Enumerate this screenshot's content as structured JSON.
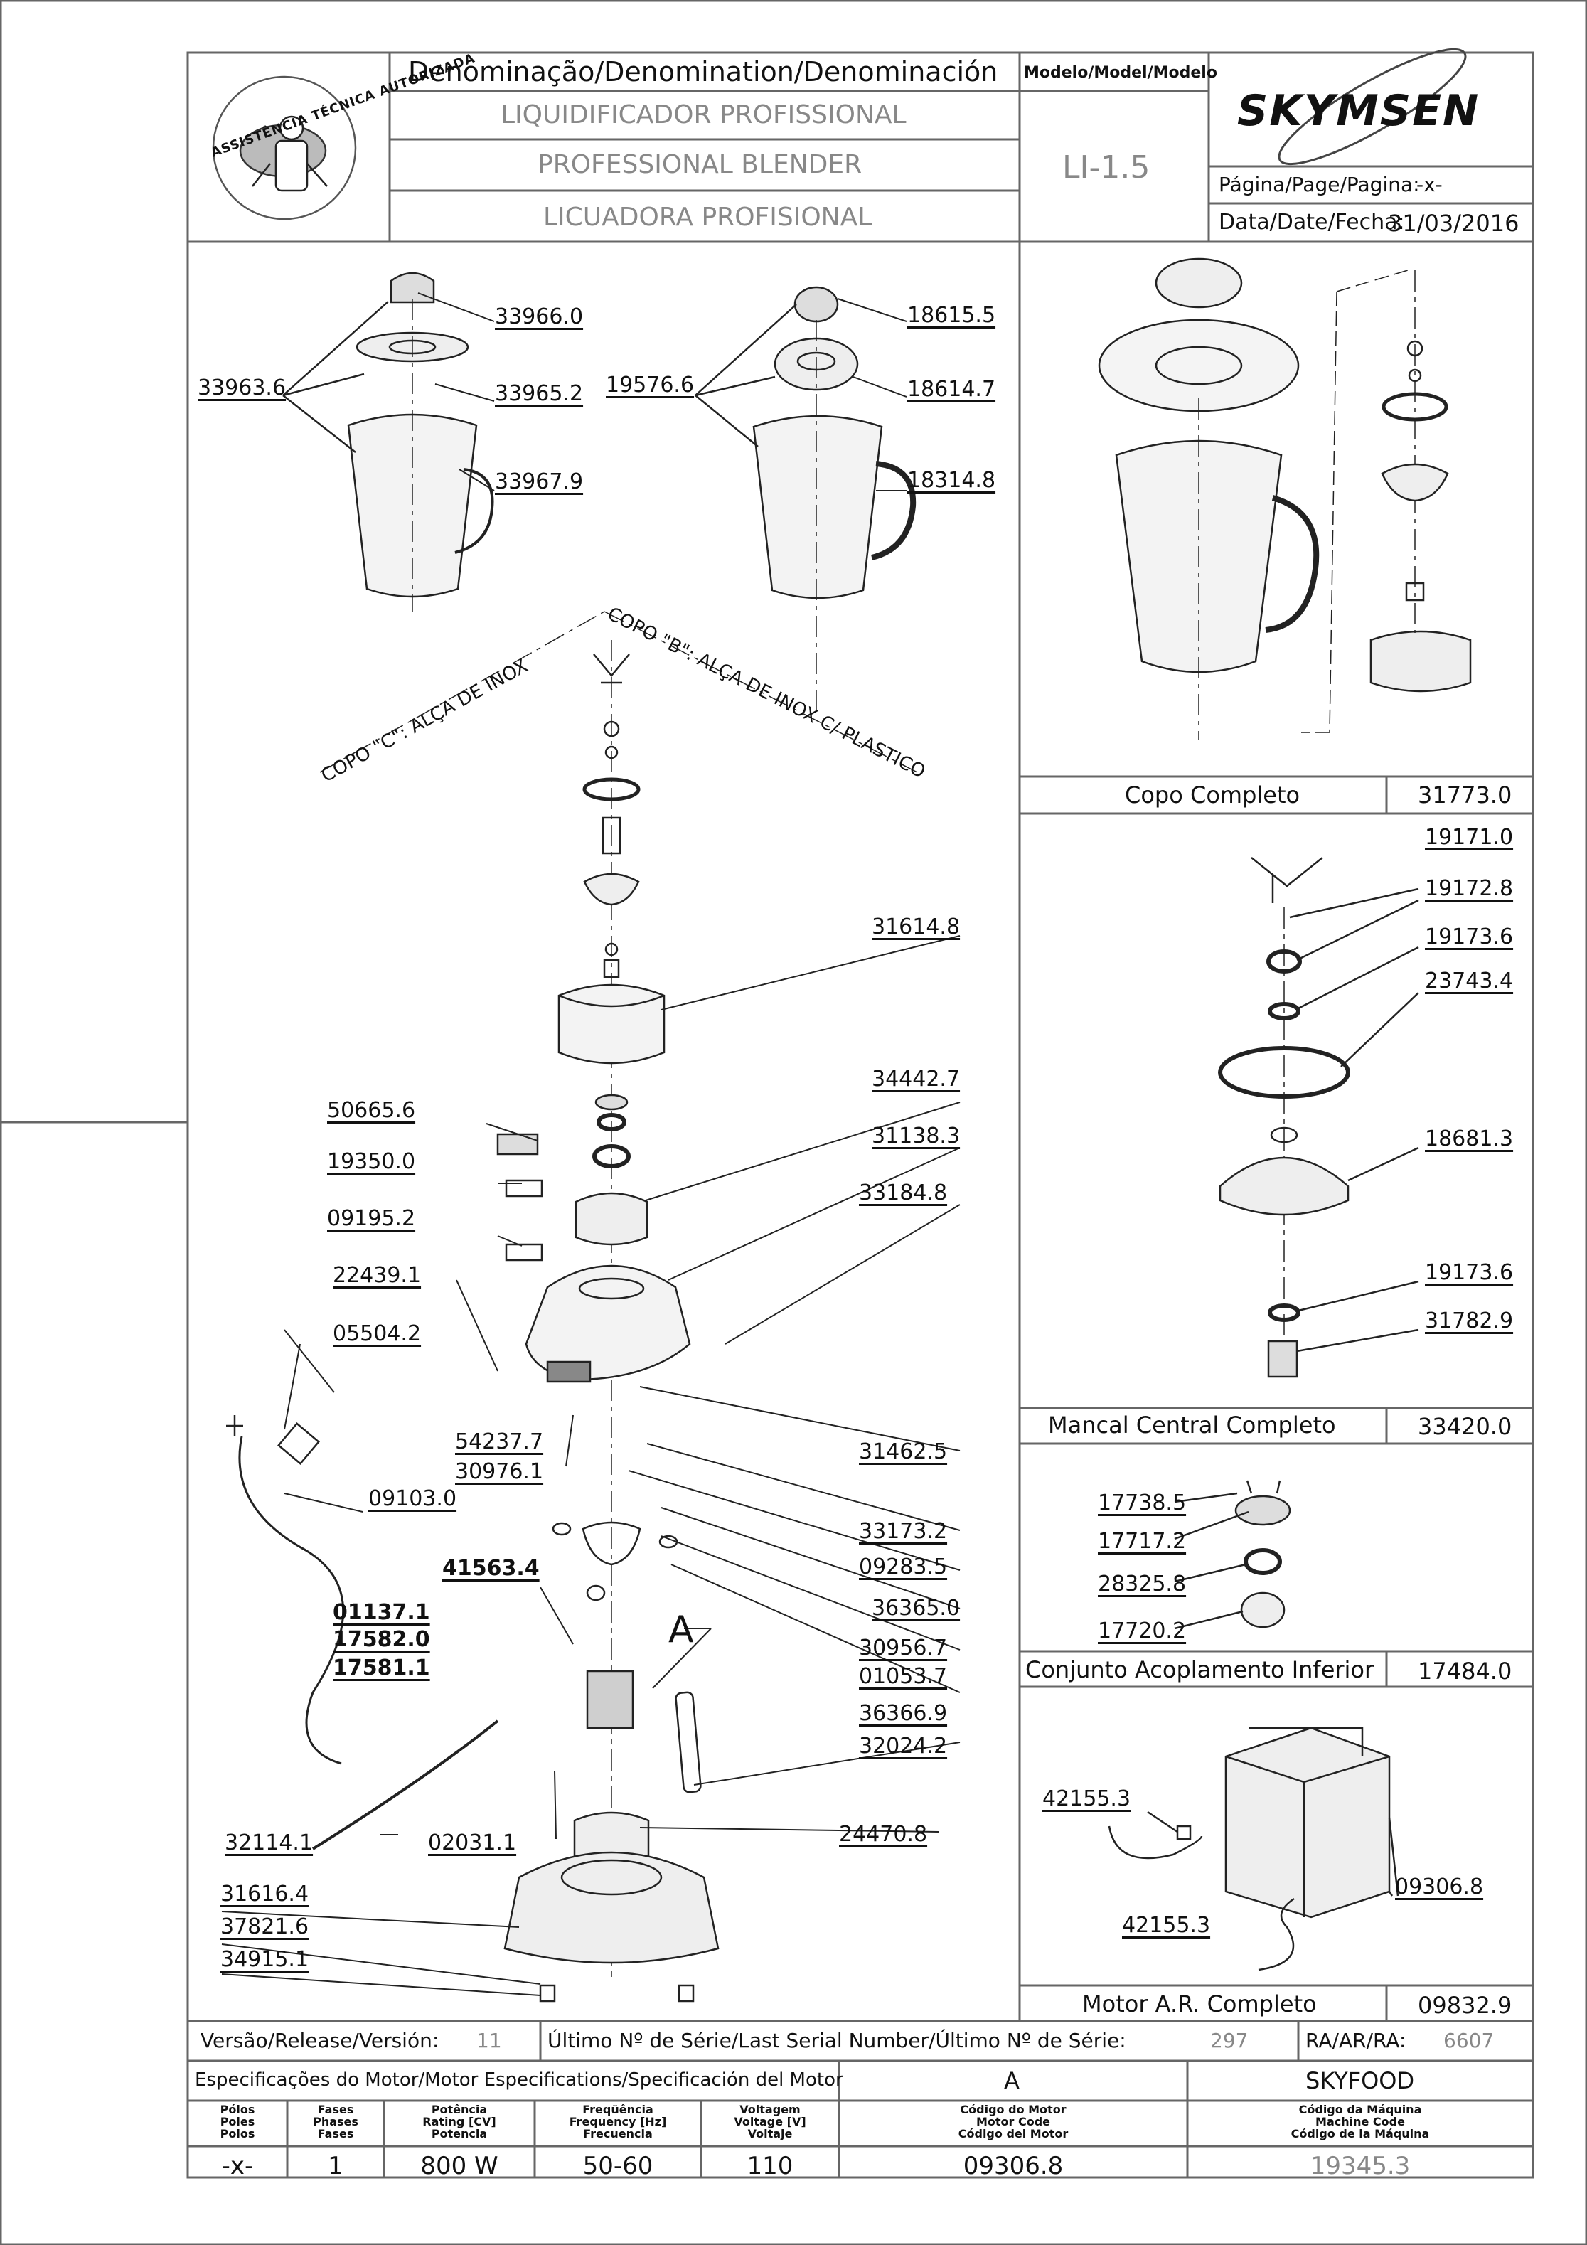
{
  "header": {
    "denomination_title": "Denominação/Denomination/Denominación",
    "name_pt": "LIQUIDIFICADOR PROFISSIONAL",
    "name_en": "PROFESSIONAL BLENDER",
    "name_es": "LICUADORA PROFISIONAL",
    "model_title": "Modelo/Model/Modelo",
    "model_value": "LI-1.5",
    "brand": "SKYMSEN",
    "page_label": "Página/Page/Pagina:",
    "page_value": "-x-",
    "date_label": "Data/Date/Fecha:",
    "date_value": "31/03/2016",
    "seal_text": "ASSISTÊNCIA TÉCNICA AUTORIZADA"
  },
  "diagram": {
    "cup_c_label": "COPO \"C\": ALÇA DE INOX",
    "cup_b_label": "COPO \"B\": ALÇA DE INOX C/ PLASTICO",
    "detail_a": "A",
    "parts": {
      "p33966_0": "33966.0",
      "p33963_6": "33963.6",
      "p33965_2": "33965.2",
      "p33967_9": "33967.9",
      "p18615_5": "18615.5",
      "p19576_6": "19576.6",
      "p18614_7": "18614.7",
      "p18314_8": "18314.8",
      "p31614_8": "31614.8",
      "p50665_6": "50665.6",
      "p34442_7": "34442.7",
      "p19350_0": "19350.0",
      "p31138_3": "31138.3",
      "p09195_2": "09195.2",
      "p33184_8": "33184.8",
      "p22439_1": "22439.1",
      "p05504_2": "05504.2",
      "p54237_7": "54237.7",
      "p31462_5": "31462.5",
      "p30976_1": "30976.1",
      "p09103_0": "09103.0",
      "p33173_2": "33173.2",
      "p09283_5": "09283.5",
      "p41563_4": "41563.4",
      "p36365_0": "36365.0",
      "p01137_1": "01137.1",
      "p17582_0": "17582.0",
      "p30956_7": "30956.7",
      "p17581_1": "17581.1",
      "p01053_7": "01053.7",
      "p36366_9": "36366.9",
      "p32024_2": "32024.2",
      "p32114_1": "32114.1",
      "p02031_1": "02031.1",
      "p24470_8": "24470.8",
      "p31616_4": "31616.4",
      "p37821_6": "37821.6",
      "p34915_1": "34915.1"
    }
  },
  "sub_assemblies": {
    "cup": {
      "name": "Copo Completo",
      "code": "31773.0"
    },
    "bearing": {
      "name": "Mancal Central Completo",
      "code": "33420.0",
      "parts": {
        "p19171_0": "19171.0",
        "p19172_8": "19172.8",
        "p19173_6a": "19173.6",
        "p23743_4": "23743.4",
        "p18681_3": "18681.3",
        "p19173_6b": "19173.6",
        "p31782_9": "31782.9"
      }
    },
    "coupling": {
      "name": "Conjunto Acoplamento Inferior",
      "code": "17484.0",
      "parts": {
        "p17738_5": "17738.5",
        "p17717_2": "17717.2",
        "p28325_8": "28325.8",
        "p17720_2": "17720.2"
      }
    },
    "motor": {
      "name": "Motor A.R. Completo",
      "code": "09832.9",
      "parts": {
        "p42155_3a": "42155.3",
        "p09306_8": "09306.8",
        "p42155_3b": "42155.3"
      }
    }
  },
  "footer": {
    "version_label": "Versão/Release/Versión:",
    "version_value": "11",
    "serial_label": "Último Nº de Série/Last Serial Number/Último Nº de Série:",
    "serial_value": "297",
    "ra_label": "RA/AR/RA:",
    "ra_value": "6607",
    "motor_spec_title": "Especificações do Motor/Motor Especifications/Specificación del Motor",
    "motor_letter": "A",
    "machine_name": "SKYFOOD",
    "columns": [
      {
        "h1": "Pólos",
        "h2": "Poles",
        "h3": "Polos",
        "value": "-x-"
      },
      {
        "h1": "Fases",
        "h2": "Phases",
        "h3": "Fases",
        "value": "1"
      },
      {
        "h1": "Potência",
        "h2": "Rating [CV]",
        "h3": "Potencia",
        "value": "800 W"
      },
      {
        "h1": "Freqüência",
        "h2": "Frequency [Hz]",
        "h3": "Frecuencia",
        "value": "50-60"
      },
      {
        "h1": "Voltagem",
        "h2": "Voltage [V]",
        "h3": "Voltaje",
        "value": "110"
      },
      {
        "h1": "Código do Motor",
        "h2": "Motor Code",
        "h3": "Código del Motor",
        "value": "09306.8"
      },
      {
        "h1": "Código da Máquina",
        "h2": "Machine Code",
        "h3": "Código de la Máquina",
        "value": "19345.3"
      }
    ]
  }
}
